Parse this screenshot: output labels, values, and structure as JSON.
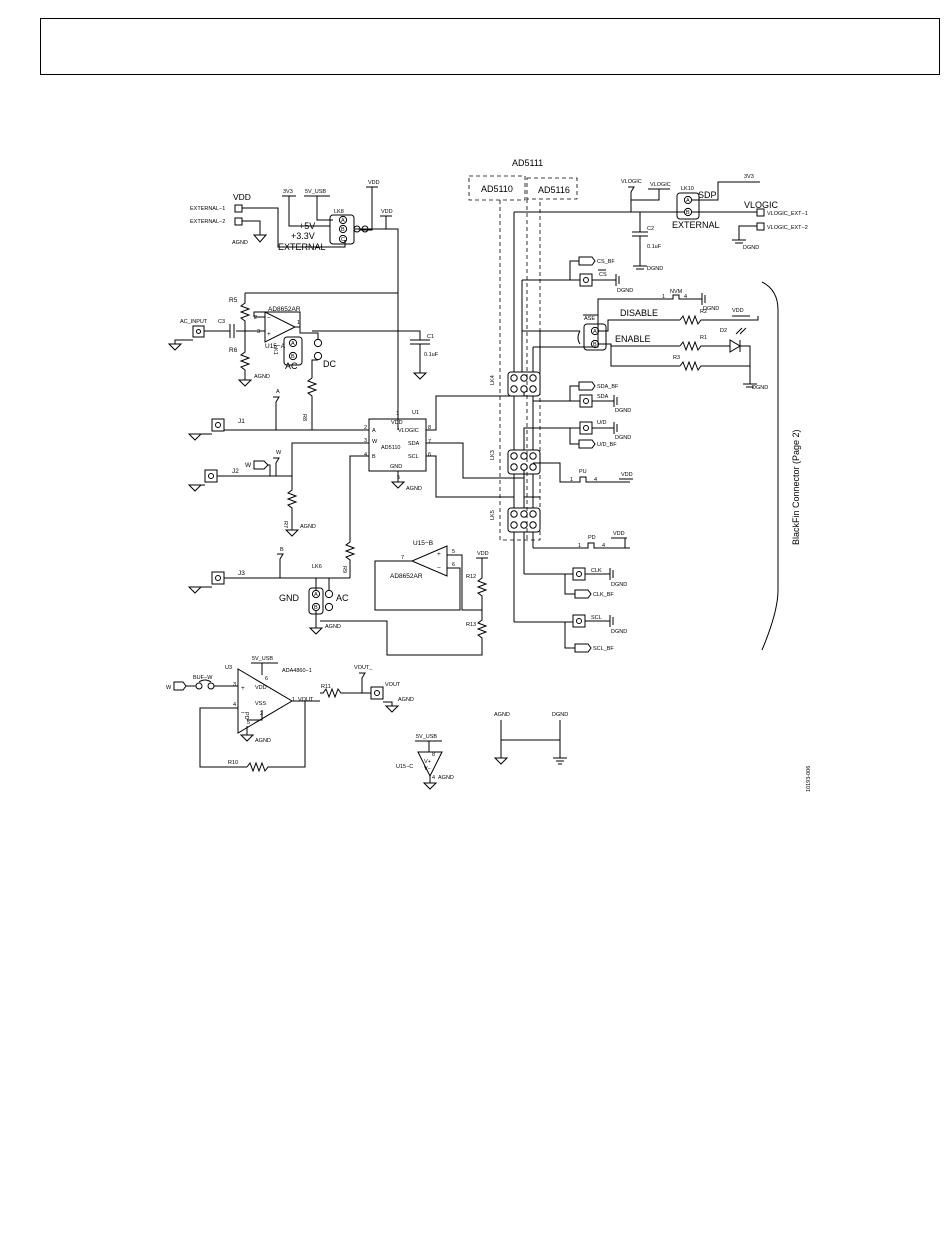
{
  "header": {
    "title": ""
  },
  "figure_id": "10193-006",
  "connector_label": "BlackFin Connector (Page 2)",
  "variant_labels": {
    "ad5111": "AD5111",
    "ad5110": "AD5110",
    "ad5116": "AD5116"
  },
  "top_left": {
    "vdd": "VDD",
    "external_1": "EXTERNAL−1",
    "external_2": "EXTERNAL−2",
    "agnd": "AGND",
    "v3v3": "3V3",
    "v5_usb": "5V_USB",
    "vdd2": "VDD",
    "lk8": "LK8",
    "plus5v": "+5V",
    "plus3v3": "+3.3V",
    "external": "EXTERNAL",
    "a": "A",
    "b": "B",
    "c": "C",
    "vdd3": "VDD"
  },
  "opamp_a": {
    "r5": "R5",
    "r6": "R6",
    "ac_input": "AC_INPUT",
    "c3": "C3",
    "part": "AD8652AR",
    "u15a": "U15−A",
    "pin2": "2",
    "pin3": "3",
    "pin1": "1",
    "agnd": "AGND",
    "lk1": "LK1",
    "ac": "AC",
    "dc": "DC",
    "a": "A",
    "b": "B",
    "c1": "C1",
    "c1_val": "0.1uF",
    "r8": "R8"
  },
  "u1": {
    "ref": "U1",
    "vdd": "VDD",
    "pin_a": "A",
    "pin_w": "W",
    "pin_b": "B",
    "part": "AD5110",
    "vlogic": "VLOGIC",
    "sda": "SDA",
    "scl": "SCL",
    "gnd": "GND",
    "n1": "1",
    "n2": "2",
    "n3": "3",
    "n4": "4",
    "n5": "5",
    "n6": "6",
    "n7": "7",
    "n8": "8",
    "agnd": "AGND"
  },
  "left_jacks": {
    "j1": "J1",
    "j2": "J2",
    "j3": "J3",
    "a": "A",
    "w": "W",
    "b": "B",
    "w_tag": "W",
    "r7": "R7",
    "agnd": "AGND",
    "r9": "R9"
  },
  "opamp_b": {
    "u15b": "U15−B",
    "pin7": "7",
    "pin5": "5",
    "pin6": "6",
    "part": "AD8652AR",
    "vdd": "VDD",
    "r12": "R12",
    "r13": "R13",
    "lk6": "LK6",
    "gnd": "GND",
    "ac": "AC",
    "a": "A",
    "b": "B",
    "agnd": "AGND"
  },
  "buffer": {
    "u3": "U3",
    "v5_usb": "5V_USB",
    "part": "ADA4860−1",
    "w_in": "W",
    "buf_w": "BUF−W",
    "p3": "3",
    "p4": "4",
    "p6": "6",
    "p5": "5",
    "p2": "2",
    "p1": "1",
    "plus": "+",
    "minus": "−",
    "vdd": "VDD",
    "vss": "VSS",
    "pd": "PD",
    "vout": "VOUT",
    "agnd": "AGND",
    "r11": "R11",
    "r10": "R10",
    "vout_tp": "VOUT_",
    "vout_conn": "VOUT",
    "agnd2": "AGND"
  },
  "u15c": {
    "ref": "U15−C",
    "v5_usb": "5V_USB",
    "vplus": "V+",
    "vminus": "V−",
    "p8": "8",
    "p4": "4",
    "agnd": "AGND"
  },
  "grounds": {
    "agnd": "AGND",
    "dgnd": "DGND"
  },
  "vlogic_block": {
    "vlogic_tp": "VLOGIC",
    "vlogic_label": "VLOGIC",
    "lk10": "LK10",
    "sdp": "SDP",
    "external": "EXTERNAL",
    "v3v3": "3V3",
    "vlogic": "VLOGIC",
    "ext1": "VLOGIC_EXT−1",
    "ext2": "VLOGIC_EXT−2",
    "dgnd": "DGND",
    "c2": "C2",
    "c2_val": "0.1uF",
    "dgnd2": "DGND",
    "a": "A",
    "b": "B"
  },
  "digital": {
    "cs_bf": "CS_BF",
    "cs": "CS",
    "dgnd": "DGND",
    "nvm": "NVM",
    "one": "1",
    "four": "4",
    "ase": "ASE",
    "disable": "DISABLE",
    "enable": "ENABLE",
    "r2": "R2",
    "r1": "R1",
    "r3": "R3",
    "d2": "D2",
    "vdd": "VDD",
    "a": "A",
    "b": "B",
    "sda_bf": "SDA_BF",
    "sda": "SDA",
    "ud": "U/D",
    "ud_bf": "U/D_BF",
    "pu": "PU",
    "pd": "PD",
    "clk": "CLK",
    "clk_bf": "CLK_BF",
    "scl": "SCL",
    "scl_bf": "SCL_BF",
    "lk4": "LK4",
    "lk3": "LK3",
    "lk5": "LK5"
  }
}
